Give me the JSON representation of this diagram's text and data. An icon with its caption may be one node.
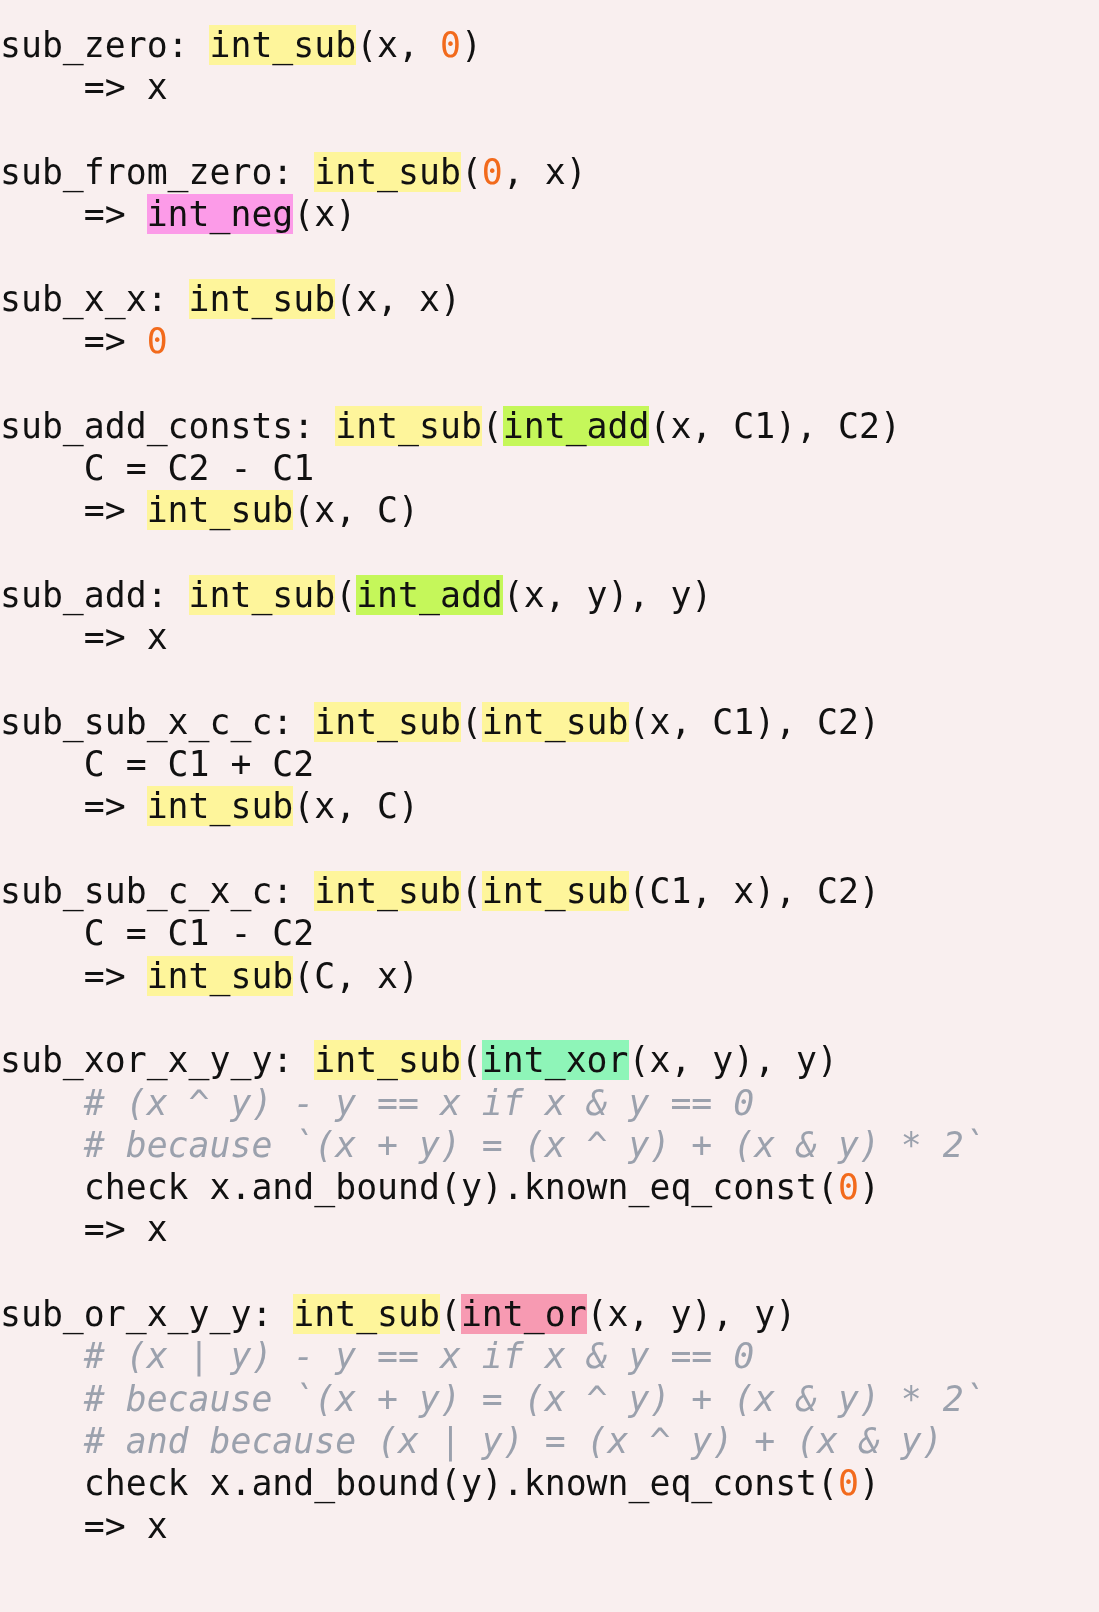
{
  "diagram": {
    "labels": [
      "sub_zero:",
      "int_sub",
      "(x,",
      "0",
      ")",
      "=> x",
      "sub_from_zero:",
      "int_sub",
      "(",
      "0",
      ", x)",
      "=>",
      "int_neg",
      "(x)",
      "sub_x_x:",
      "int_sub",
      "(x, x)",
      "=>",
      "0",
      "sub_add_consts:",
      "int_sub",
      "(",
      "int_add",
      "(x, C1), C2)",
      "C = C2 - C1",
      "=>",
      "int_sub",
      "(x, C)",
      "sub_add:",
      "int_sub",
      "(",
      "int_add",
      "(x, y), y)",
      "=> x",
      "sub_sub_x_c_c:",
      "int_sub",
      "(",
      "int_sub",
      "(x, C1), C2)",
      "C = C1 + C2",
      "=>",
      "int_sub",
      "(x, C)",
      "sub_sub_c_x_c:",
      "int_sub",
      "(",
      "int_sub",
      "(C1, x), C2)",
      "C = C1 - C2",
      "=>",
      "int_sub",
      "(C, x)",
      "sub_xor_x_y_y:",
      "int_sub",
      "(",
      "int_xor",
      "(x, y), y)",
      "# (x ^ y) - y == x if x & y == 0",
      "# because `(x + y) = (x ^ y) + (x & y) * 2`",
      "check x.and_bound(y).known_eq_const(",
      "0",
      ")",
      "=> x",
      "sub_or_x_y_y:",
      "int_sub",
      "(",
      "int_or",
      "(x, y), y)",
      "# (x | y) - y == x if x & y == 0",
      "# because `(x + y) = (x ^ y) + (x & y) * 2`",
      "# and because (x | y) = (x ^ y) + (x & y)",
      "check x.and_bound(y).known_eq_const(",
      "0",
      ")",
      "=> x"
    ]
  }
}
